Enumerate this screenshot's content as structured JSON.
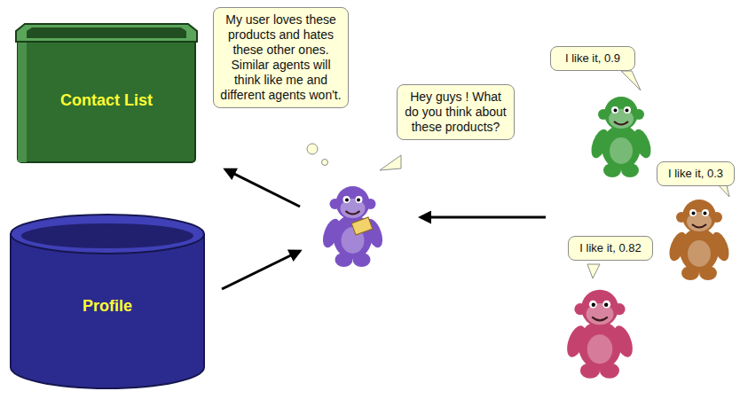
{
  "diagram": {
    "nodes": [
      {
        "text": [
          "Contact List"
        ]
      },
      {
        "text": [
          "My user loves these products and hates these other ones. Similar agents will think like me and different agents won't."
        ]
      },
      {
        "text": [
          "Hey guys ! What do you think about these products?"
        ]
      },
      {
        "text": [
          "I like it, 0.9"
        ]
      },
      {
        "text": [
          "I like it, 0.3"
        ]
      },
      {
        "text": [
          "I like it, 0.82"
        ]
      },
      {
        "text": [
          "Profile"
        ]
      }
    ]
  }
}
